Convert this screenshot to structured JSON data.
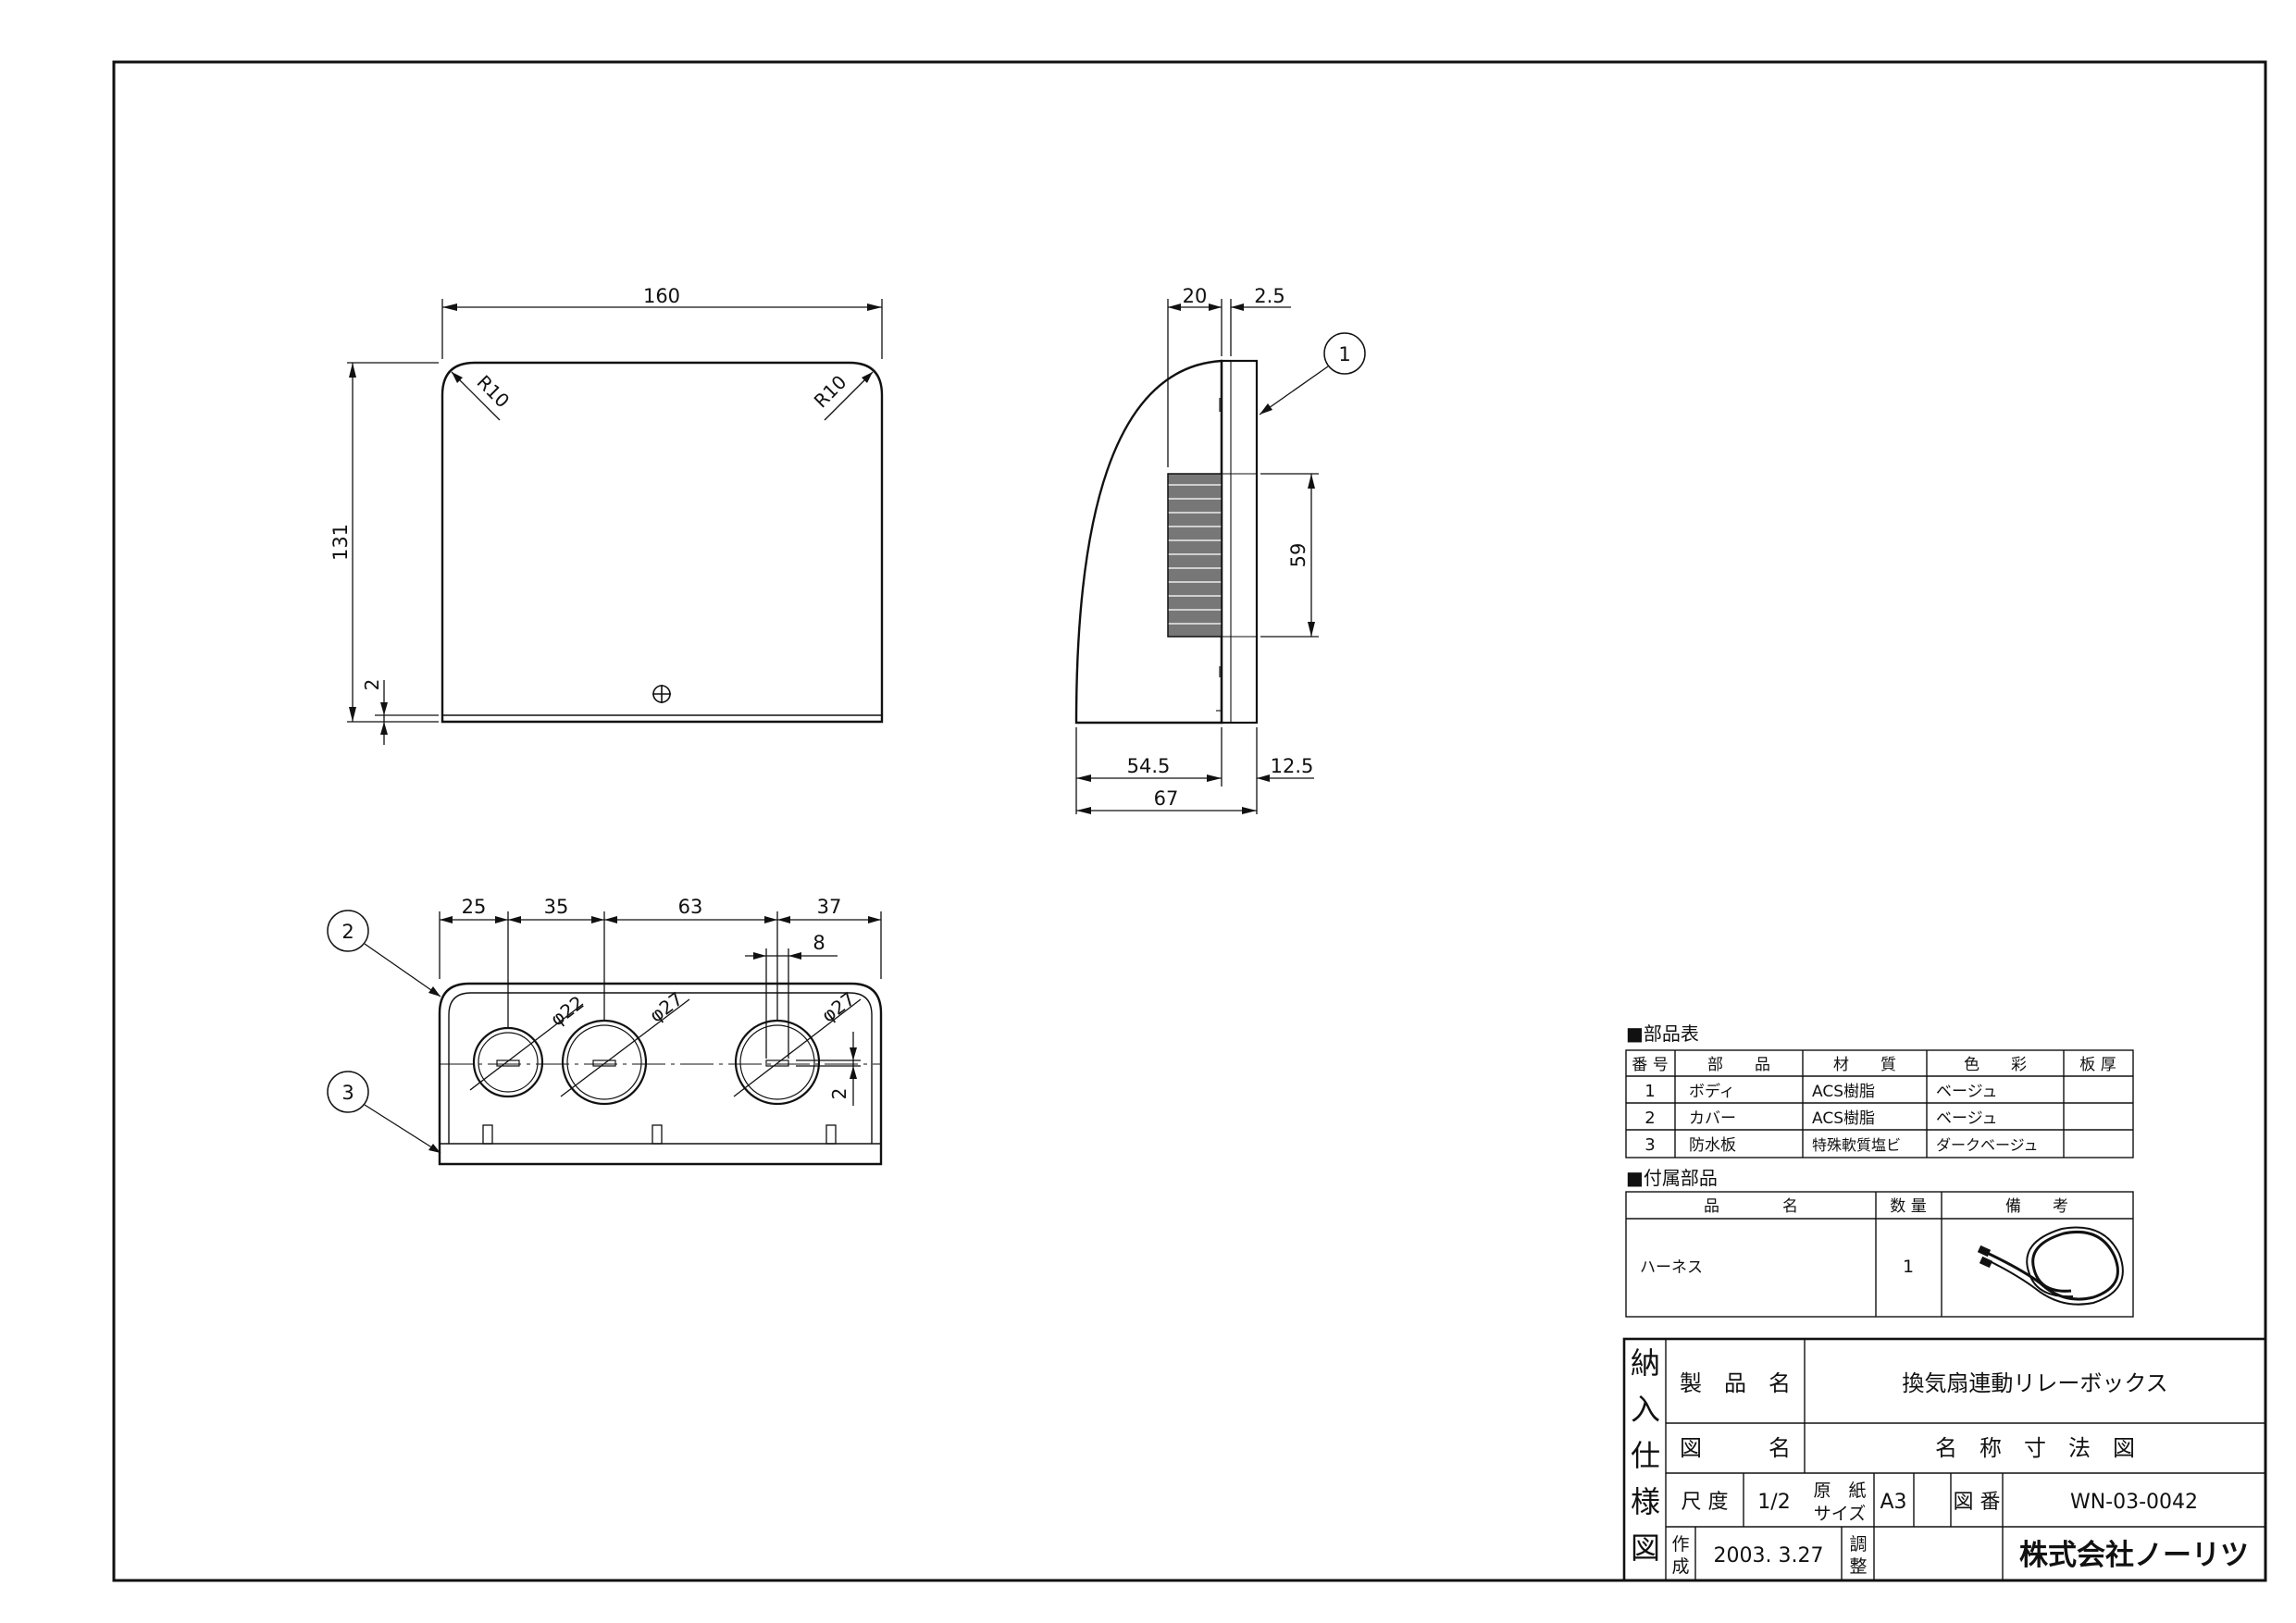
{
  "front_view": {
    "dim_width": "160",
    "dim_height": "131",
    "dim_bottom": "2",
    "radius_left": "R10",
    "radius_right": "R10"
  },
  "side_view": {
    "dim_top_left": "20",
    "dim_top_right": "2.5",
    "dim_grille": "59",
    "dim_bottom_left": "54.5",
    "dim_bottom_right": "12.5",
    "dim_total": "67",
    "balloon": "1"
  },
  "bottom_view": {
    "dims": [
      "25",
      "35",
      "63",
      "37"
    ],
    "dim_slot": "8",
    "dim_offset": "2",
    "hole_labels": [
      "φ22",
      "φ27",
      "φ27"
    ],
    "balloons": [
      "2",
      "3"
    ]
  },
  "parts_table": {
    "heading": "■部品表",
    "headers": [
      "番 号",
      "部　　品",
      "材　　質",
      "色　　彩",
      "板 厚"
    ],
    "rows": [
      [
        "1",
        "ボディ",
        "ACS樹脂",
        "ベージュ",
        ""
      ],
      [
        "2",
        "カバー",
        "ACS樹脂",
        "ベージュ",
        ""
      ],
      [
        "3",
        "防水板",
        "特殊軟質塩ビ",
        "ダークベージュ",
        ""
      ]
    ]
  },
  "accessory_table": {
    "heading": "■付属部品",
    "headers": [
      "品　　　　名",
      "数 量",
      "備　　考"
    ],
    "rows": [
      [
        "ハーネス",
        "1",
        ""
      ]
    ],
    "harness_icon": "harness-cable-icon"
  },
  "title_block": {
    "side_label": [
      "納",
      "入",
      "仕",
      "様",
      "図"
    ],
    "product_name_label": "製　品　名",
    "product_name": "換気扇連動リレーボックス",
    "drawing_name_label": "図　　　名",
    "drawing_name": "名　称　寸　法　図",
    "scale_label": "尺 度",
    "scale": "1/2",
    "paper_label_1": "原　紙",
    "paper_label_2": "サイズ",
    "paper_size": "A3",
    "drawing_no_label": "図 番",
    "drawing_no": "WN-03-0042",
    "created_label_1": "作",
    "created_label_2": "成",
    "created_date": "2003. 3.27",
    "checked_label_1": "調",
    "checked_label_2": "整",
    "company": "株式会社ノーリツ"
  }
}
